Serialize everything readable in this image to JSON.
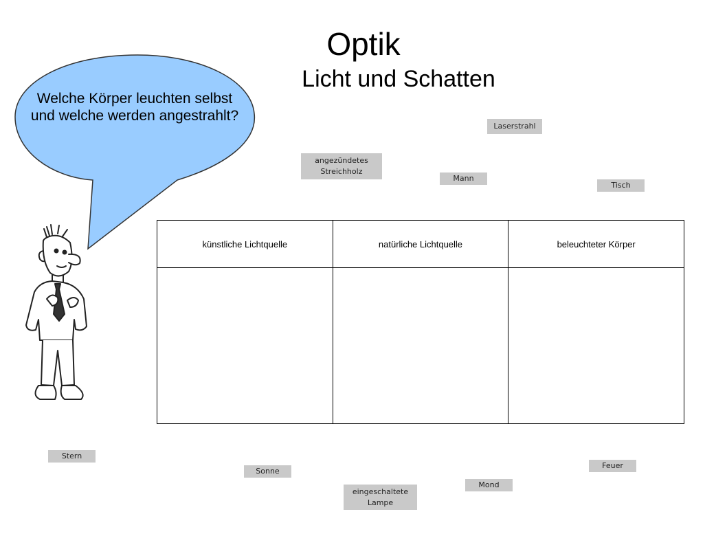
{
  "header": {
    "title": "Optik",
    "subtitle": "Licht und Schatten"
  },
  "speech_bubble": {
    "text": "Welche Körper leuchten selbst und welche werden angestrahlt?",
    "fill_color": "#99ccff"
  },
  "table": {
    "columns": [
      "künstliche Lichtquelle",
      "natürliche Lichtquelle",
      "beleuchteter Körper"
    ]
  },
  "cards": {
    "laserstrahl": "Laserstrahl",
    "streichholz": "angezündetes Streichholz",
    "mann": "Mann",
    "tisch": "Tisch",
    "stern": "Stern",
    "sonne": "Sonne",
    "lampe": "eingeschaltete Lampe",
    "mond": "Mond",
    "feuer": "Feuer"
  },
  "colors": {
    "card_background": "#c9c9c9"
  }
}
